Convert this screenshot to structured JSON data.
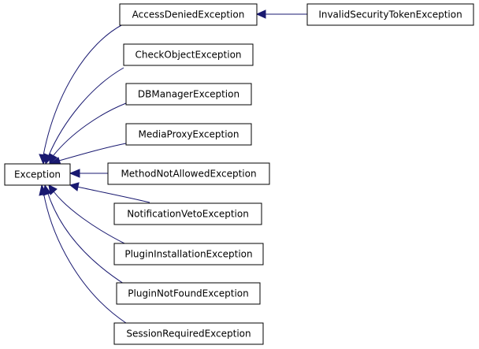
{
  "diagram": {
    "nodes": [
      {
        "id": "exception",
        "label": "Exception"
      },
      {
        "id": "access-denied",
        "label": "AccessDeniedException"
      },
      {
        "id": "invalid-security-token",
        "label": "InvalidSecurityTokenException"
      },
      {
        "id": "check-object",
        "label": "CheckObjectException"
      },
      {
        "id": "db-manager",
        "label": "DBManagerException"
      },
      {
        "id": "media-proxy",
        "label": "MediaProxyException"
      },
      {
        "id": "method-not-allowed",
        "label": "MethodNotAllowedException"
      },
      {
        "id": "notification-veto",
        "label": "NotificationVetoException"
      },
      {
        "id": "plugin-installation",
        "label": "PluginInstallationException"
      },
      {
        "id": "plugin-not-found",
        "label": "PluginNotFoundException"
      },
      {
        "id": "session-required",
        "label": "SessionRequiredException"
      }
    ],
    "edges": [
      {
        "from": "access-denied",
        "to": "exception"
      },
      {
        "from": "check-object",
        "to": "exception"
      },
      {
        "from": "db-manager",
        "to": "exception"
      },
      {
        "from": "media-proxy",
        "to": "exception"
      },
      {
        "from": "method-not-allowed",
        "to": "exception"
      },
      {
        "from": "notification-veto",
        "to": "exception"
      },
      {
        "from": "plugin-installation",
        "to": "exception"
      },
      {
        "from": "plugin-not-found",
        "to": "exception"
      },
      {
        "from": "session-required",
        "to": "exception"
      },
      {
        "from": "invalid-security-token",
        "to": "access-denied"
      }
    ],
    "colors": {
      "edge": "#191970",
      "node_border": "#000000",
      "node_fill": "#ffffff",
      "text": "#000000"
    }
  }
}
